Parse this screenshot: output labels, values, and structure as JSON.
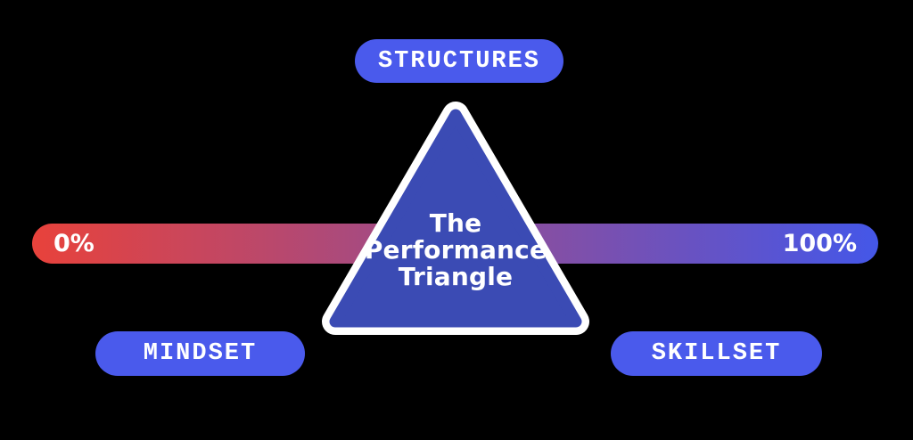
{
  "title": "The Performance Triangle diagram",
  "colors": {
    "background": "#000000",
    "pill_blue": "#4A5AEC",
    "bar_red": "#E8423B",
    "bar_blue": "#4457E8",
    "triangle_fill": "#3B4BB4",
    "triangle_stroke": "#FFFFFF",
    "text_white": "#FFFFFF"
  },
  "pills": {
    "top": {
      "label": "STRUCTURES"
    },
    "bottom_left": {
      "label": "MINDSET"
    },
    "bottom_right": {
      "label": "SKILLSET"
    }
  },
  "scale_bar": {
    "min_label": "0%",
    "max_label": "100%",
    "gradient": [
      "#E8423B",
      "#4457E8"
    ]
  },
  "triangle": {
    "line1": "The",
    "line2": "Performance",
    "line3": "Triangle"
  }
}
